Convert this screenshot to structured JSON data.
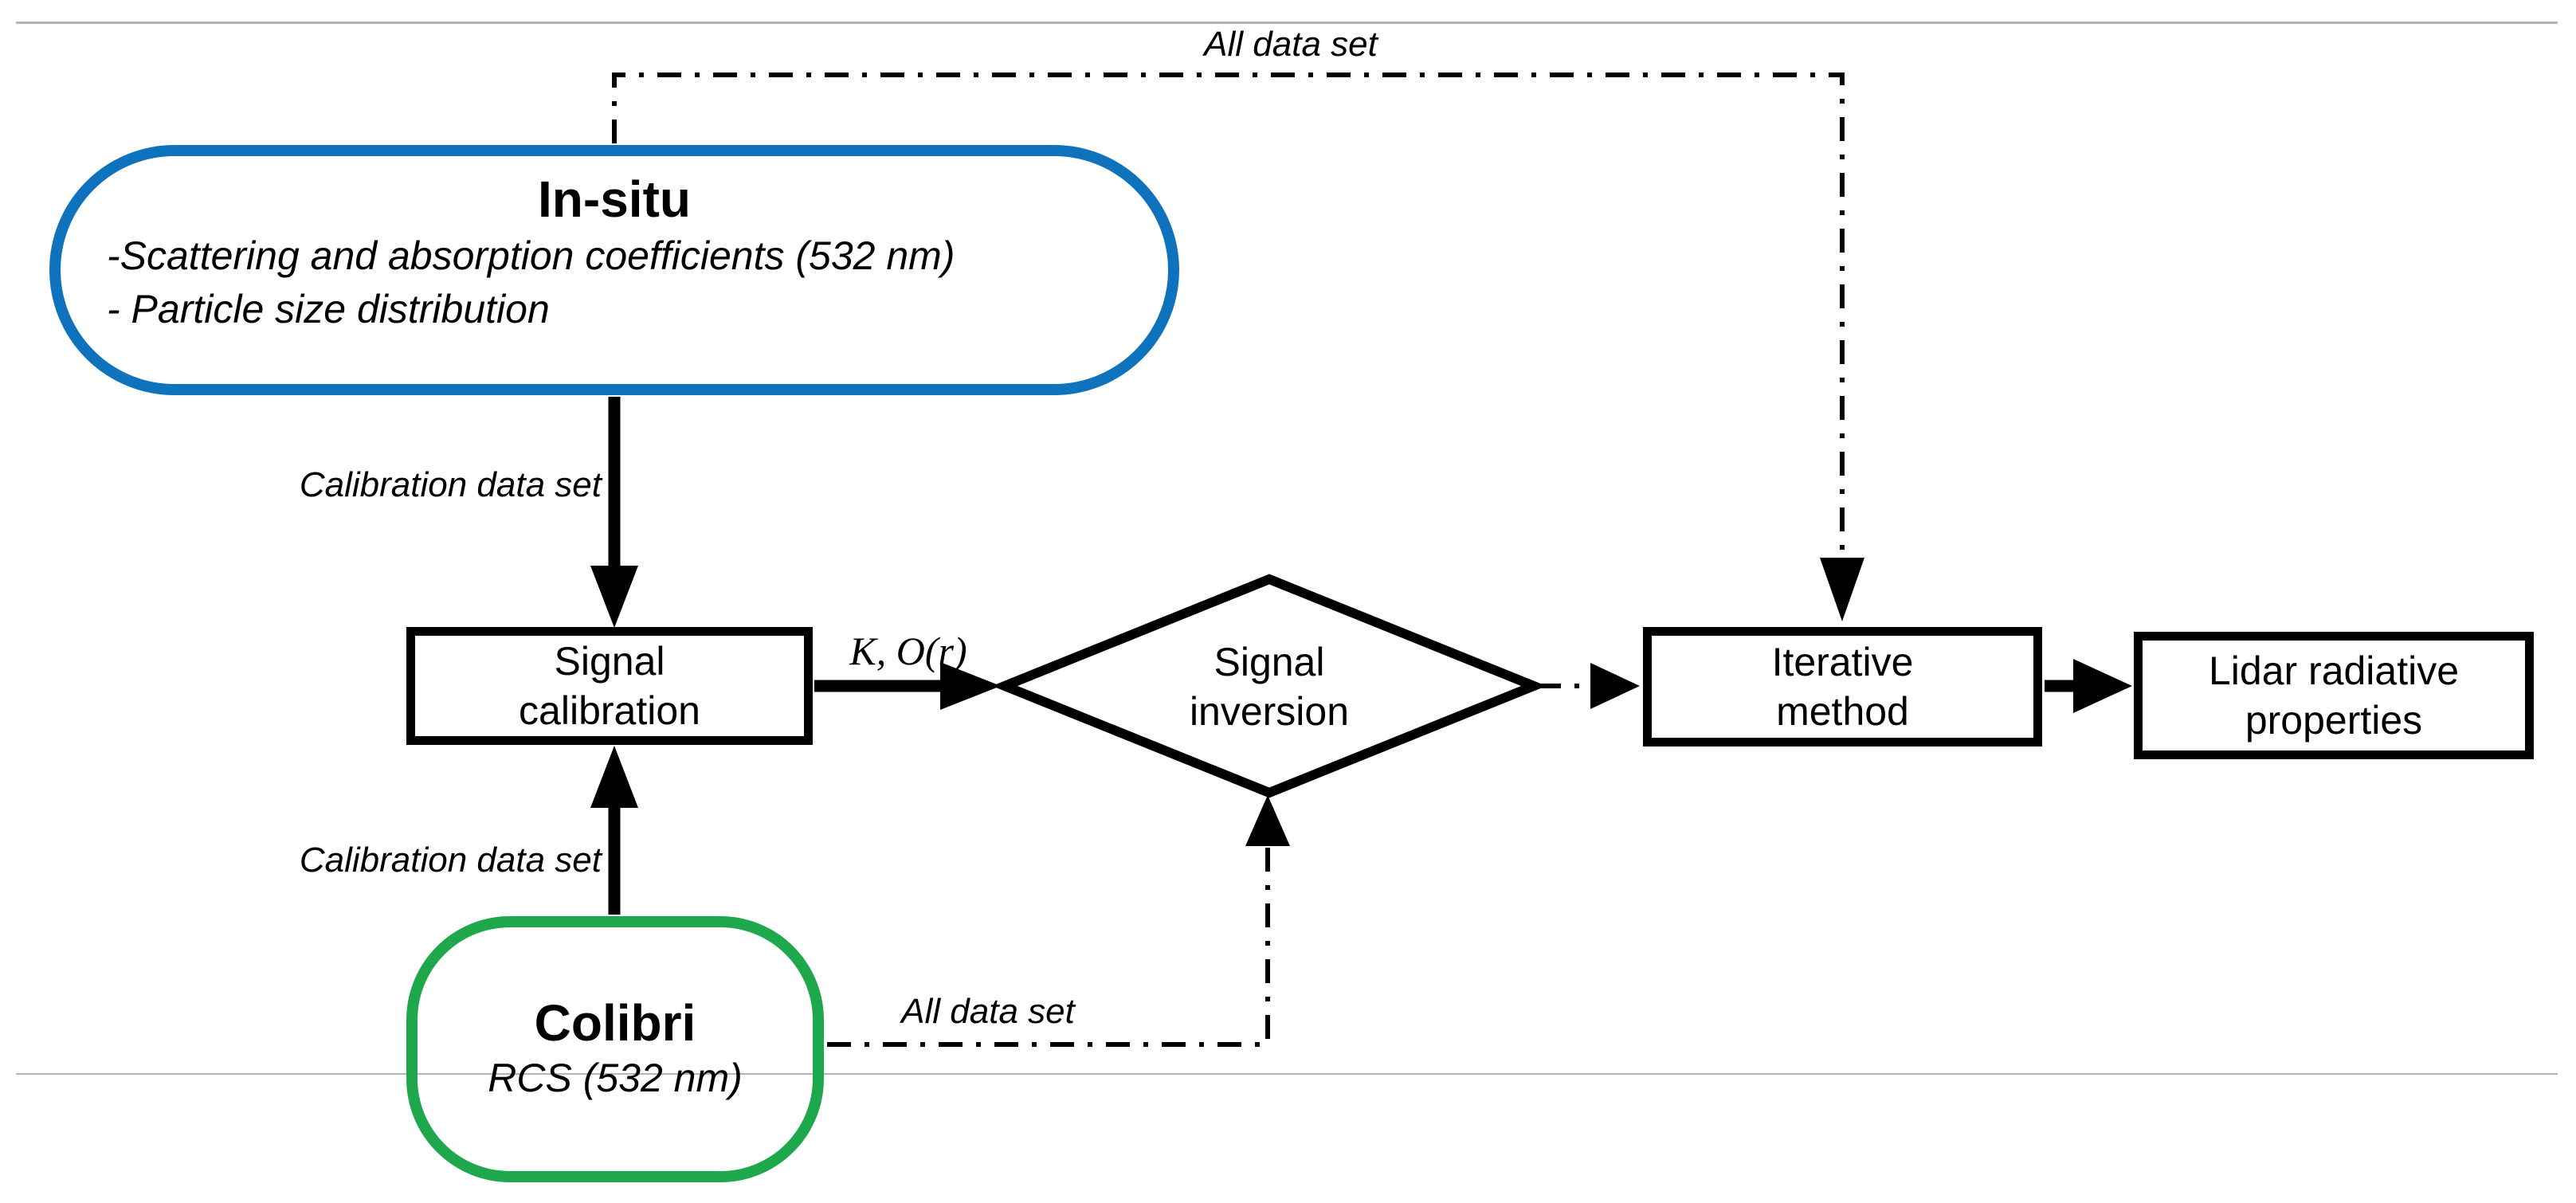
{
  "diagram": {
    "nodes": {
      "insitu": {
        "title": "In-situ",
        "body": "-Scattering and absorption coefficients (532 nm)\n- Particle size distribution"
      },
      "colibri": {
        "title": "Colibri",
        "subtitle": "RCS (532 nm)"
      },
      "signal_calibration": {
        "label": "Signal\ncalibration"
      },
      "signal_inversion": {
        "label": "Signal\ninversion"
      },
      "iterative_method": {
        "label": "Iterative\nmethod"
      },
      "lidar_radiative_properties": {
        "label": "Lidar radiative\nproperties"
      }
    },
    "edge_labels": {
      "all_data_set_top": "All data set",
      "calibration_data_set_top": "Calibration data set",
      "calibration_data_set_bottom": "Calibration data set",
      "all_data_set_bottom": "All data set",
      "k_o_r": "K, O(r)"
    },
    "colors": {
      "insitu_border": "#0F72BC",
      "colibri_border": "#1FA84B",
      "line_black": "#000000",
      "divider_gray": "#B5B5B5"
    }
  }
}
